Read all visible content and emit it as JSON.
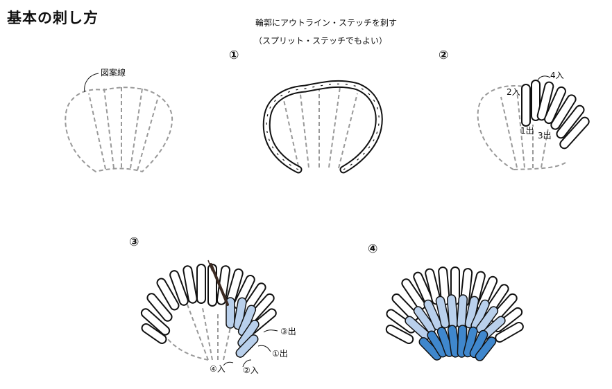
{
  "title": "基本の刺し方",
  "instructions": {
    "line1": "輪郭にアウトライン・ステッチを刺す",
    "line2": "（スプリット・ステッチでもよい）"
  },
  "steps": [
    "①",
    "②",
    "③",
    "④"
  ],
  "labels": {
    "outline": "図案線",
    "s2_in2": "2入",
    "s2_in4": "4入",
    "s2_out1": "1出",
    "s2_out3": "3出",
    "s3_out3": "③出",
    "s3_out1": "①出",
    "s3_in4": "④入",
    "s3_in2": "②入"
  },
  "colors": {
    "line": "#111111",
    "dash": "#999999",
    "light_blue": "#b9d0ec",
    "dark_blue": "#3f87cd"
  }
}
